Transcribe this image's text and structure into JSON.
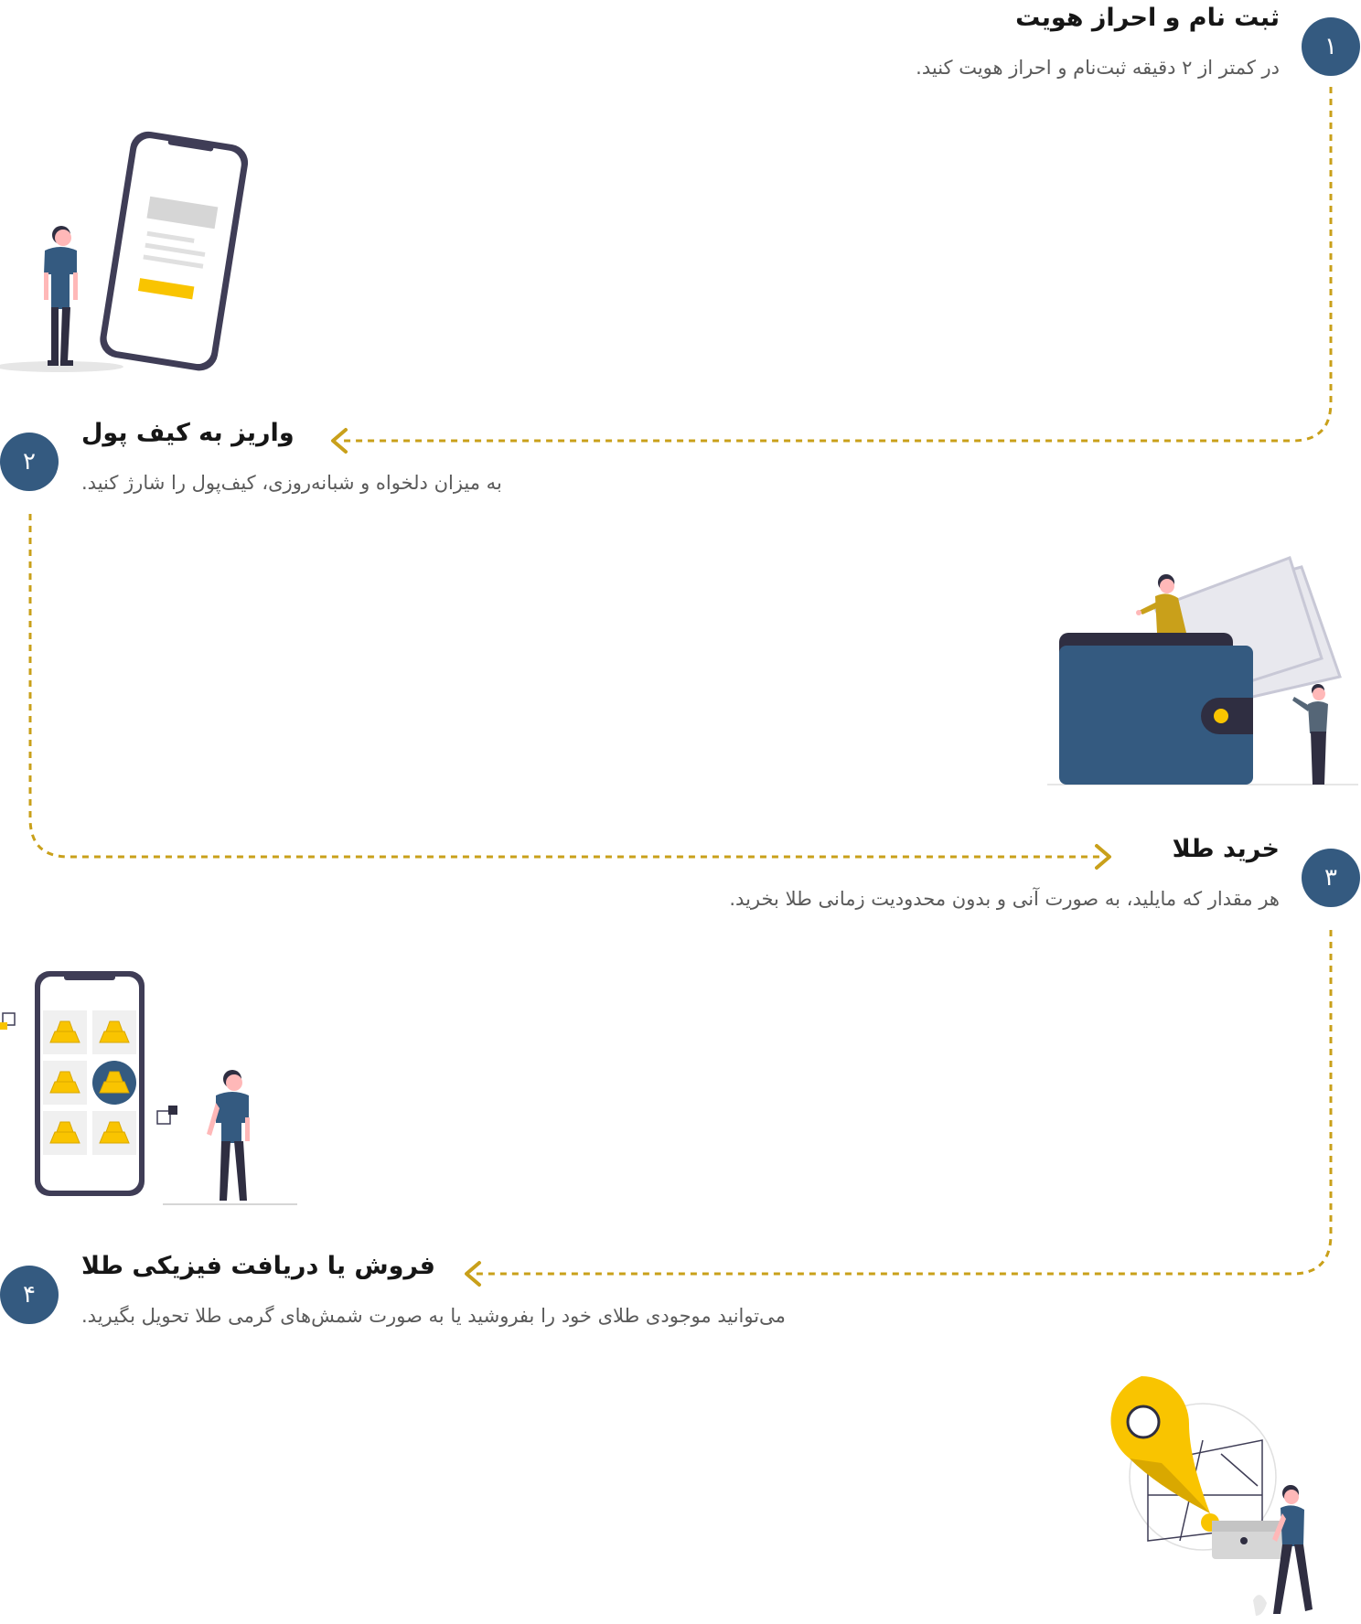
{
  "steps": [
    {
      "number": "۱",
      "title": "ثبت نام و احراز هویت",
      "description": "در کمتر از ۲ دقیقه ثبت‌نام و احراز هویت کنید."
    },
    {
      "number": "۲",
      "title": "واریز به کیف پول",
      "description": "به میزان دلخواه و شبانه‌روزی، کیف‌پول را شارژ کنید."
    },
    {
      "number": "۳",
      "title": "خرید طلا",
      "description": "هر مقدار که مایلید، به صورت آنی و بدون محدودیت زمانی طلا بخرید."
    },
    {
      "number": "۴",
      "title": "فروش یا دریافت فیزیکی طلا",
      "description": "می‌توانید موجودی طلای خود را بفروشید یا به صورت شمش‌های گرمی طلا تحویل بگیرید."
    }
  ],
  "colors": {
    "accent_blue": "#345a80",
    "gold": "#f9c400",
    "dashed_path": "#c9a01a"
  },
  "icons": [
    "phone-signup-illustration",
    "wallet-illustration",
    "gold-bars-phone-illustration",
    "location-delivery-illustration",
    "arrow-left-icon",
    "arrow-right-icon"
  ]
}
